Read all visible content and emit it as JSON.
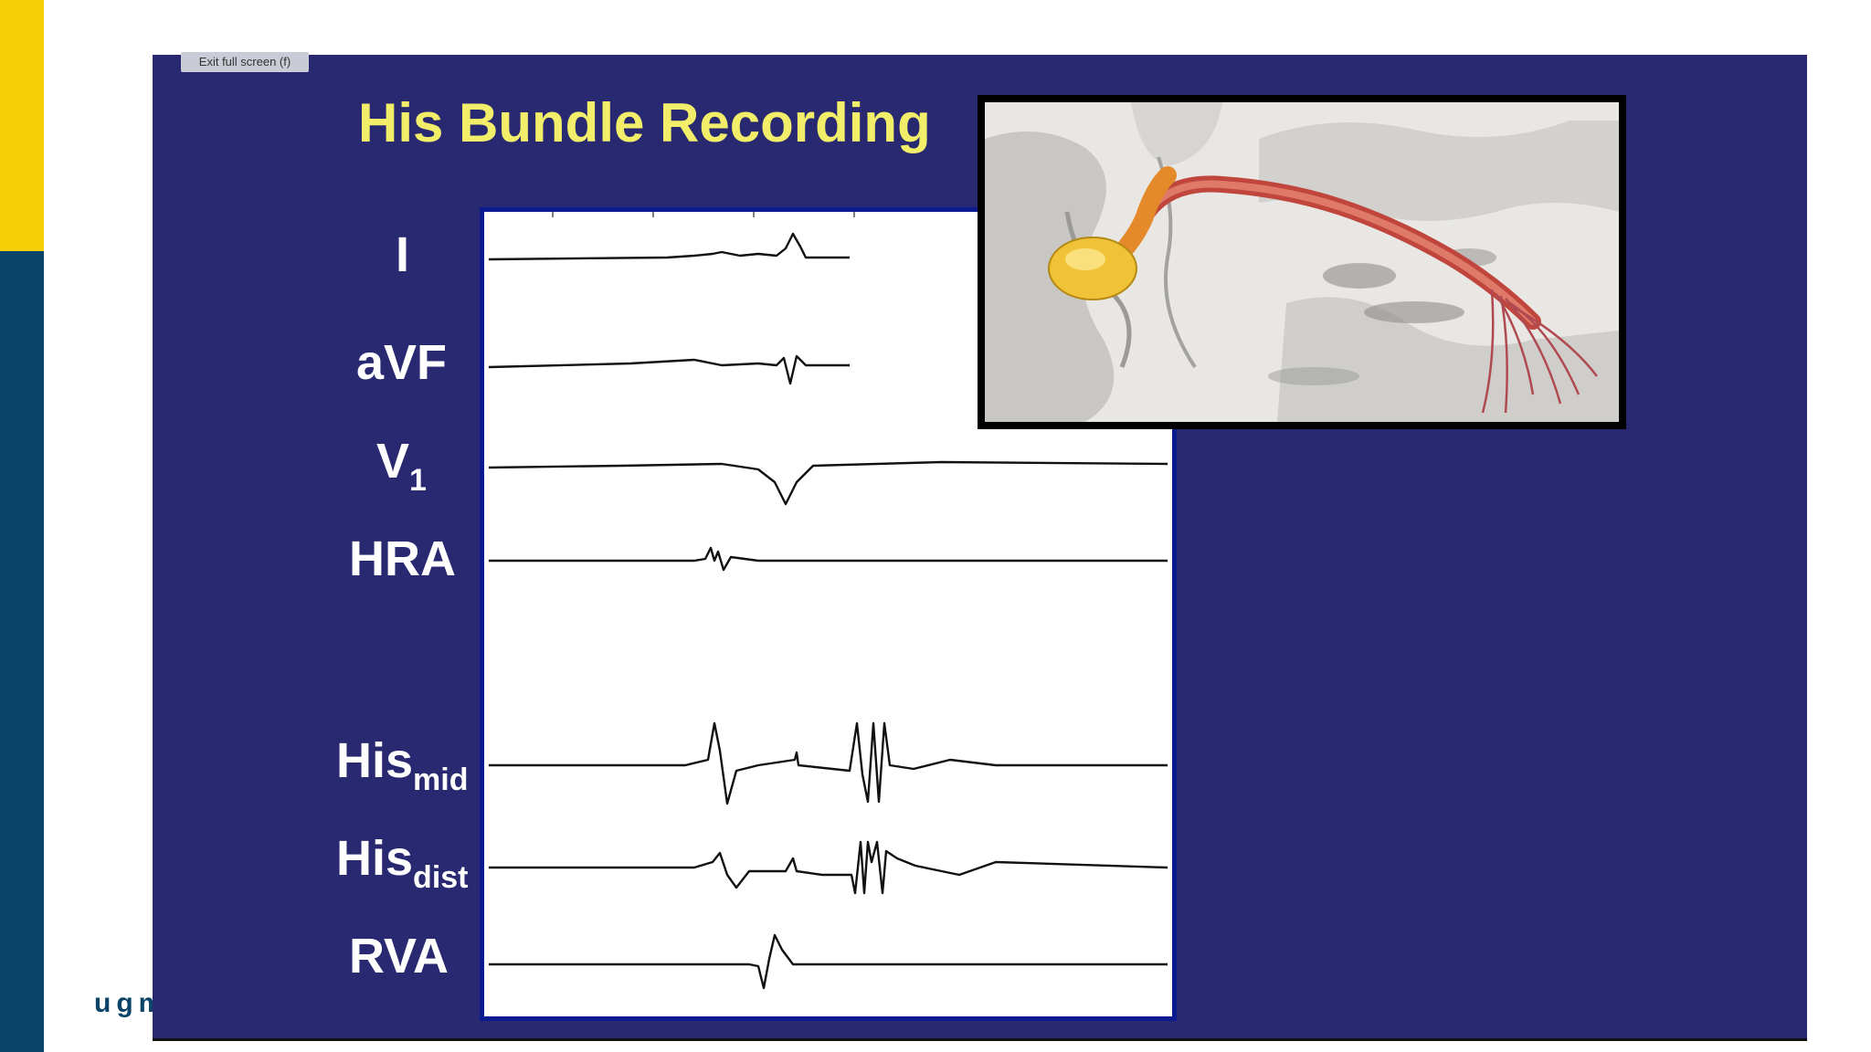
{
  "browser": {
    "exit_fullscreen_label": "Exit full screen (f)"
  },
  "footer": {
    "logo_text": "ugm"
  },
  "slide": {
    "title": "His Bundle Recording",
    "background_color": "#282971",
    "title_color": "#f2ee6a",
    "leads": [
      {
        "name": "I",
        "sub": ""
      },
      {
        "name": "aVF",
        "sub": ""
      },
      {
        "name": "V",
        "sub": "1"
      },
      {
        "name": "HRA",
        "sub": ""
      },
      {
        "name": "His",
        "sub": "mid"
      },
      {
        "name": "His",
        "sub": "dist"
      },
      {
        "name": "RVA",
        "sub": ""
      }
    ]
  },
  "colors": {
    "brand_yellow": "#f7d008",
    "brand_navy": "#0b4369"
  }
}
